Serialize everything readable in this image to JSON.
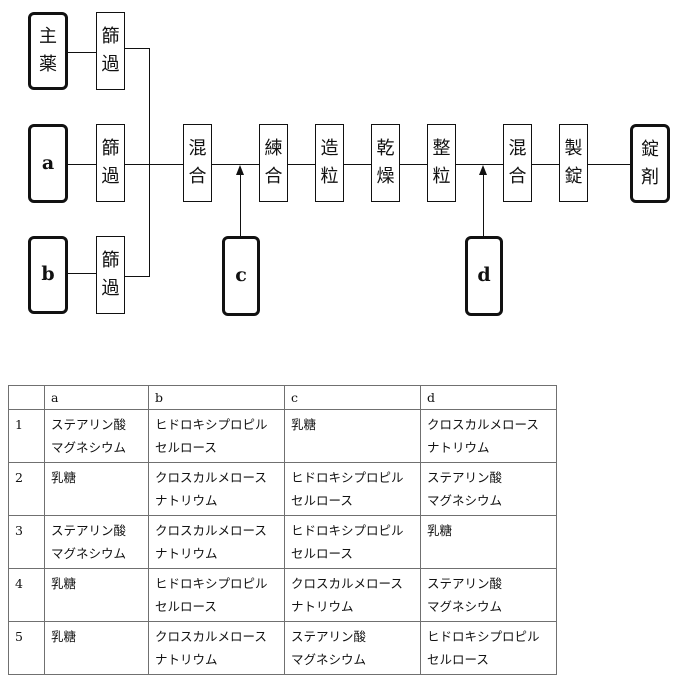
{
  "diagram": {
    "inputs": {
      "api": "主薬",
      "a": "a",
      "b": "b",
      "c": "c",
      "d": "d"
    },
    "sieve_label": "篩過",
    "steps": {
      "mix1": "混合",
      "knead": "練合",
      "granulate": "造粒",
      "dry": "乾燥",
      "size": "整粒",
      "mix2": "混合",
      "compress": "製錠",
      "product": "錠剤"
    }
  },
  "table": {
    "headers": [
      "",
      "a",
      "b",
      "c",
      "d"
    ],
    "rows": [
      [
        "1",
        "ステアリン酸\nマグネシウム",
        "ヒドロキシプロピル\nセルロース",
        "乳糖",
        "クロスカルメロース\nナトリウム"
      ],
      [
        "2",
        "乳糖",
        "クロスカルメロース\nナトリウム",
        "ヒドロキシプロピル\nセルロース",
        "ステアリン酸\nマグネシウム"
      ],
      [
        "3",
        "ステアリン酸\nマグネシウム",
        "クロスカルメロース\nナトリウム",
        "ヒドロキシプロピル\nセルロース",
        "乳糖"
      ],
      [
        "4",
        "乳糖",
        "ヒドロキシプロピル\nセルロース",
        "クロスカルメロース\nナトリウム",
        "ステアリン酸\nマグネシウム"
      ],
      [
        "5",
        "乳糖",
        "クロスカルメロース\nナトリウム",
        "ステアリン酸\nマグネシウム",
        "ヒドロキシプロピル\nセルロース"
      ]
    ]
  }
}
